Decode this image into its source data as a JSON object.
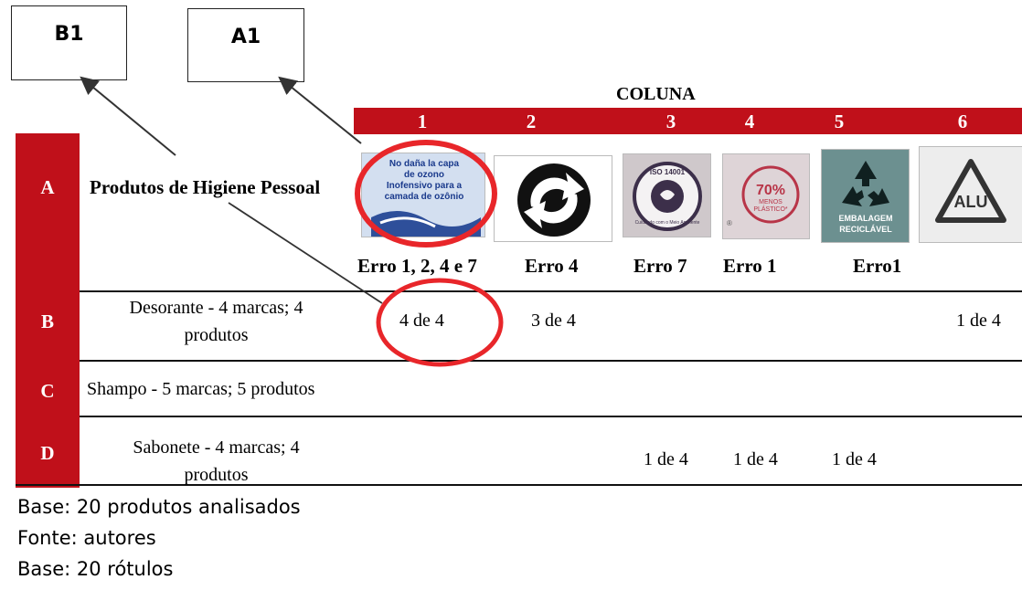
{
  "callouts": {
    "b1": "B1",
    "a1": "A1"
  },
  "header": {
    "coluna": "COLUNA",
    "columns": [
      "1",
      "2",
      "3",
      "4",
      "5",
      "6"
    ]
  },
  "rows": {
    "a": {
      "label": "A",
      "title": "Produtos de Higiene Pessoal"
    },
    "b": {
      "label": "B",
      "product_line1": "Desorante - 4 marcas; 4",
      "product_line2": "produtos"
    },
    "c": {
      "label": "C",
      "product": "Shampo - 5 marcas; 5 produtos"
    },
    "d": {
      "label": "D",
      "product_line1": "Sabonete - 4 marcas; 4",
      "product_line2": "produtos"
    }
  },
  "errors": [
    "Erro 1, 2, 4 e 7",
    "Erro 4",
    "Erro 7",
    "Erro 1",
    "Erro1"
  ],
  "cells": {
    "b_col1": "4 de 4",
    "b_col2": "3 de 4",
    "b_col6": "1 de 4",
    "d_col3": "1 de 4",
    "d_col4": "1 de 4",
    "d_col5": "1 de 4"
  },
  "logos": {
    "logo1_text": "No daña la capa de ozono Inofensivo para a camada de ozônio",
    "logo3_text_top": "ISO 14001",
    "logo3_text_bottom": "Cuidando com o Meio Ambiente",
    "logo4_text_big": "70%",
    "logo4_text_small1": "MENOS",
    "logo4_text_small2": "PLÁSTICO*",
    "logo5_text1": "EMBALAGEM",
    "logo5_text2": "RECICLÁVEL",
    "logo6_text": "ALU"
  },
  "footer": [
    "Base: 20 produtos analisados",
    "Fonte: autores",
    "Base: 20 rótulos"
  ],
  "colors": {
    "red": "#c0101a",
    "circle": "#e8262a"
  }
}
